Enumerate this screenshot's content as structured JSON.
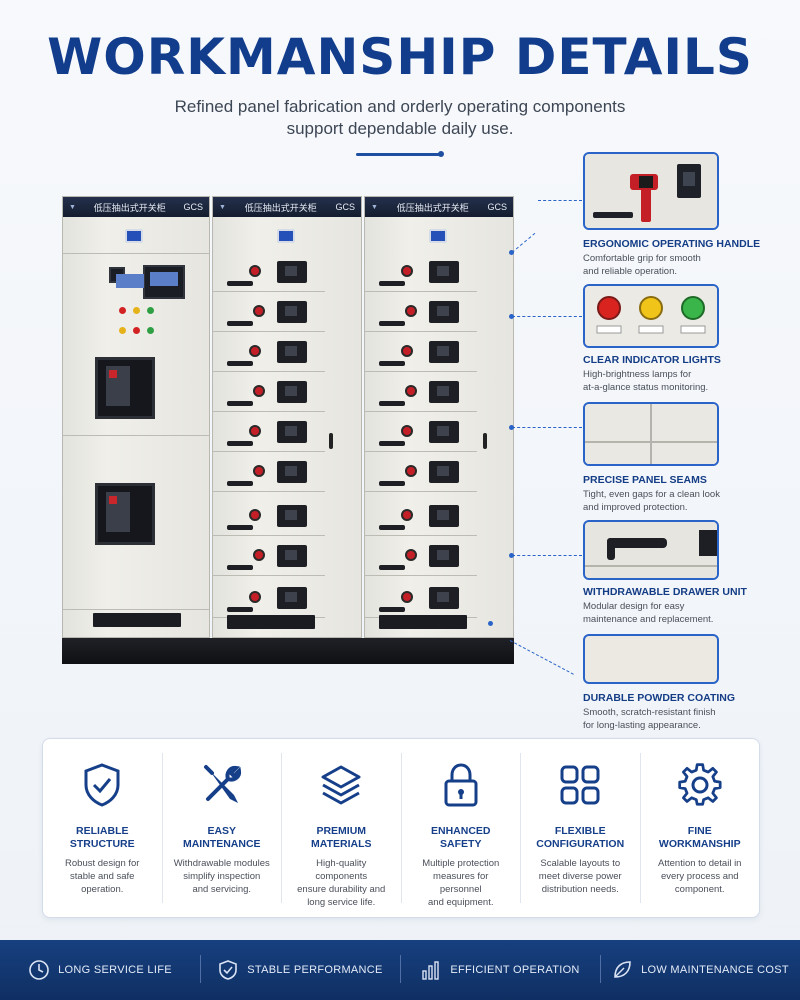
{
  "header": {
    "title": "WORKMANSHIP DETAILS",
    "subtitle_line1": "Refined panel fabrication and orderly operating components",
    "subtitle_line2": "support dependable daily use."
  },
  "cabinet": {
    "label": "低压抽出式开关柜",
    "model": "GCS"
  },
  "callouts": [
    {
      "title": "ERGONOMIC OPERATING HANDLE",
      "line1": "Comfortable grip for smooth",
      "line2": "and reliable operation."
    },
    {
      "title": "CLEAR INDICATOR LIGHTS",
      "line1": "High-brightness lamps for",
      "line2": "at-a-glance status monitoring."
    },
    {
      "title": "PRECISE PANEL SEAMS",
      "line1": "Tight, even gaps for a clean look",
      "line2": "and improved protection."
    },
    {
      "title": "WITHDRAWABLE DRAWER UNIT",
      "line1": "Modular design for easy",
      "line2": "maintenance and replacement."
    },
    {
      "title": "DURABLE POWDER COATING",
      "line1": "Smooth, scratch-resistant finish",
      "line2": "for long-lasting appearance."
    }
  ],
  "features": [
    {
      "icon": "shield-check-icon",
      "title": "RELIABLE\nSTRUCTURE",
      "desc": "Robust design for\nstable and safe\noperation."
    },
    {
      "icon": "wrench-screwdriver-icon",
      "title": "EASY\nMAINTENANCE",
      "desc": "Withdrawable modules\nsimplify inspection\nand servicing."
    },
    {
      "icon": "layers-icon",
      "title": "PREMIUM\nMATERIALS",
      "desc": "High-quality components\nensure durability and\nlong service life."
    },
    {
      "icon": "padlock-icon",
      "title": "ENHANCED\nSAFETY",
      "desc": "Multiple protection\nmeasures for personnel\nand equipment."
    },
    {
      "icon": "grid-icon",
      "title": "FLEXIBLE\nCONFIGURATION",
      "desc": "Scalable layouts to\nmeet diverse power\ndistribution needs."
    },
    {
      "icon": "gear-icon",
      "title": "FINE\nWORKMANSHIP",
      "desc": "Attention to detail in\nevery process and\ncomponent."
    }
  ],
  "bottom_bar": [
    {
      "icon": "clock-icon",
      "label": "LONG SERVICE LIFE"
    },
    {
      "icon": "shield-check-icon",
      "label": "STABLE PERFORMANCE"
    },
    {
      "icon": "bar-chart-icon",
      "label": "EFFICIENT OPERATION"
    },
    {
      "icon": "leaf-icon",
      "label": "LOW MAINTENANCE COST"
    }
  ],
  "colors": {
    "title_blue": "#123d8c",
    "accent_blue": "#2b64c8",
    "bar_blue": "#17407f",
    "handle_red": "#c41f26"
  }
}
